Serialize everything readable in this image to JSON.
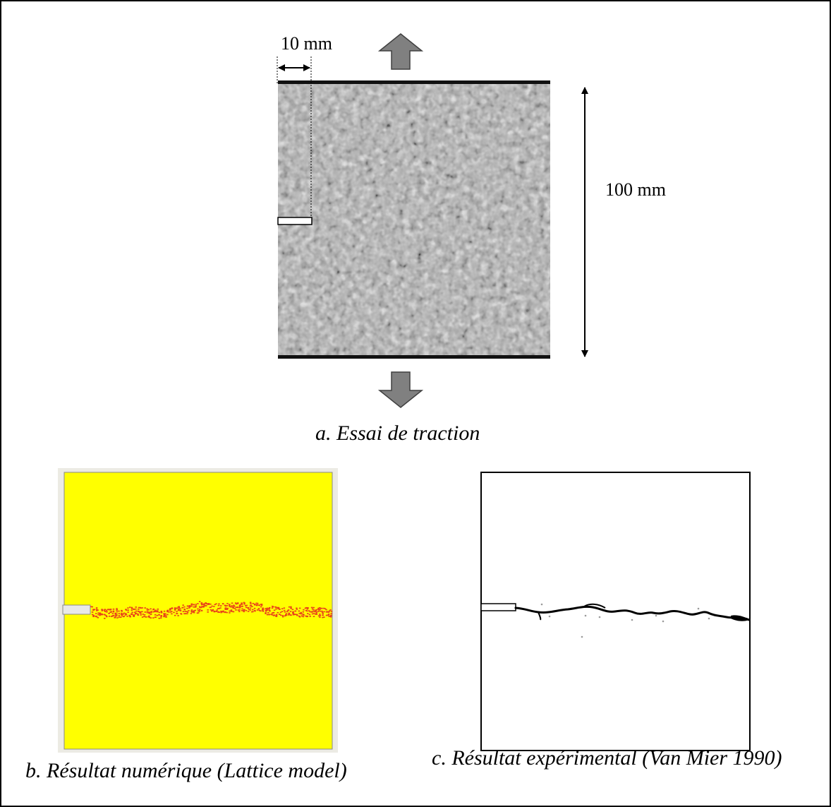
{
  "panel_a": {
    "notch_dimension": "10 mm",
    "height_dimension": "100 mm",
    "caption": "a. Essai de traction"
  },
  "panel_b": {
    "caption": "b. Résultat numérique (Lattice model)"
  },
  "panel_c": {
    "caption": "c. Résultat expérimental (Van Mier 1990)"
  },
  "colors": {
    "specimen_background": "#a8a8a8",
    "load_arrow": "#808080",
    "lattice_background": "#ffff00",
    "lattice_crack": "#e8401a",
    "lattice_frame": "#ecebe4",
    "experimental_crack": "#000000"
  }
}
